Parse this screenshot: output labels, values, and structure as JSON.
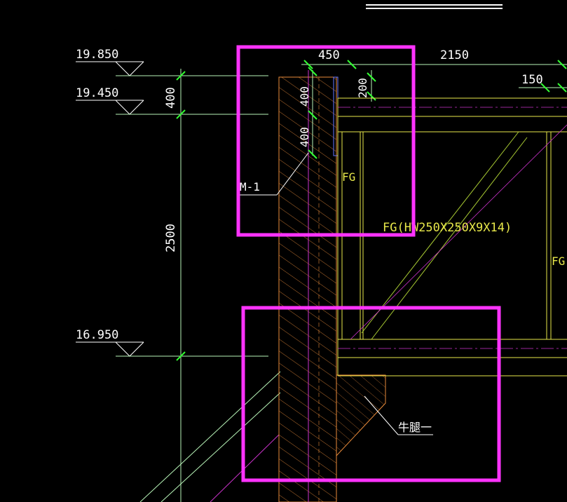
{
  "drawing": {
    "elevations": [
      {
        "label": "19.850"
      },
      {
        "label": "19.450"
      },
      {
        "label": "16.950"
      }
    ],
    "dimensions": {
      "top_450": "450",
      "top_2150": "2150",
      "top_200": "200",
      "top_150": "150",
      "left_400": "400",
      "left_2500": "2500",
      "wall_400_upper": "400",
      "wall_400_lower": "400"
    },
    "labels": {
      "embed_plate": "M-1",
      "fg_short_left": "FG",
      "fg_spec": "FG(HW250X250X9X14)",
      "fg_short_right": "FG",
      "corbel": "牛腿一"
    },
    "colors": {
      "background": "#000000",
      "highlight_box": "#ff33ff",
      "steel_frame": "#e8e84a",
      "concrete": "#e88a3a",
      "dimension": "#b8f5b8",
      "tick": "#33ff33",
      "text": "#ffffff",
      "centerline": "#cc33cc",
      "brace": "#aacc33"
    }
  }
}
